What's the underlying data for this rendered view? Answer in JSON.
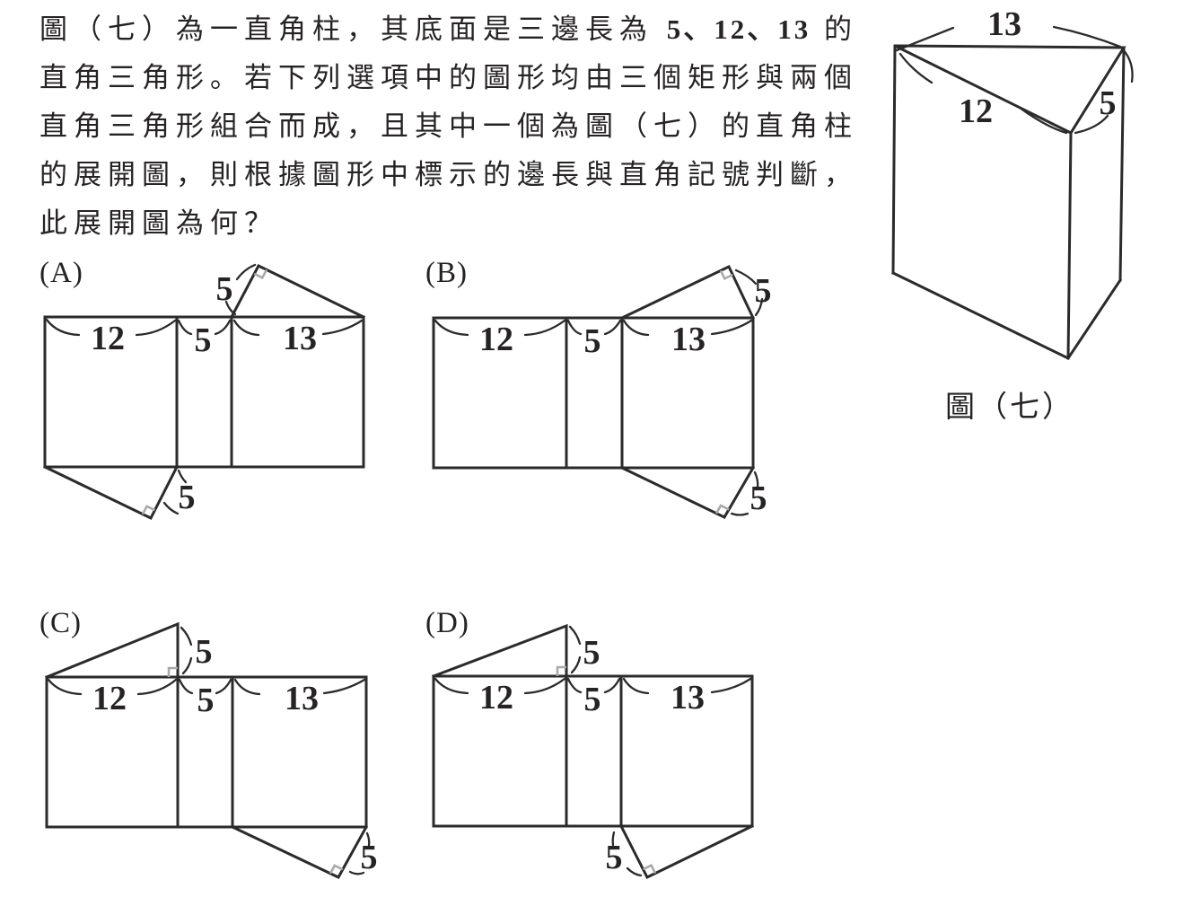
{
  "page": {
    "background": "#ffffff",
    "ink_color": "#2b2b2b",
    "right_angle_mark_color": "#a9a9a9"
  },
  "question": {
    "lines": [
      {
        "pre": "圖（七）為一直角柱，其底面是三邊長為 ",
        "bold": "5、12、13",
        "post": " 的"
      },
      {
        "pre": "直角三角形。若下列選項中的圖形均由三個矩形與兩個"
      },
      {
        "pre": "直角三角形組合而成，且其中一個為圖（七）的直角柱"
      },
      {
        "pre": "的展開圖，則根據圖形中標示的邊長與直角記號判斷，"
      },
      {
        "pre": "此展開圖為何？"
      }
    ]
  },
  "figure7": {
    "caption": "圖（七）",
    "labels": {
      "top_edge": "13",
      "left_edge": "12",
      "right_edge": "5"
    }
  },
  "options": [
    {
      "letter": "(A)",
      "labels": {
        "rect_left": "12",
        "rect_mid": "5",
        "rect_right": "13",
        "tri_top": "5",
        "tri_bottom": "5"
      }
    },
    {
      "letter": "(B)",
      "labels": {
        "rect_left": "12",
        "rect_mid": "5",
        "rect_right": "13",
        "tri_top": "5",
        "tri_bottom": "5"
      }
    },
    {
      "letter": "(C)",
      "labels": {
        "rect_left": "12",
        "rect_mid": "5",
        "rect_right": "13",
        "tri_top": "5",
        "tri_bottom": "5"
      }
    },
    {
      "letter": "(D)",
      "labels": {
        "rect_left": "12",
        "rect_mid": "5",
        "rect_right": "13",
        "tri_top": "5",
        "tri_bottom": "5"
      }
    }
  ]
}
